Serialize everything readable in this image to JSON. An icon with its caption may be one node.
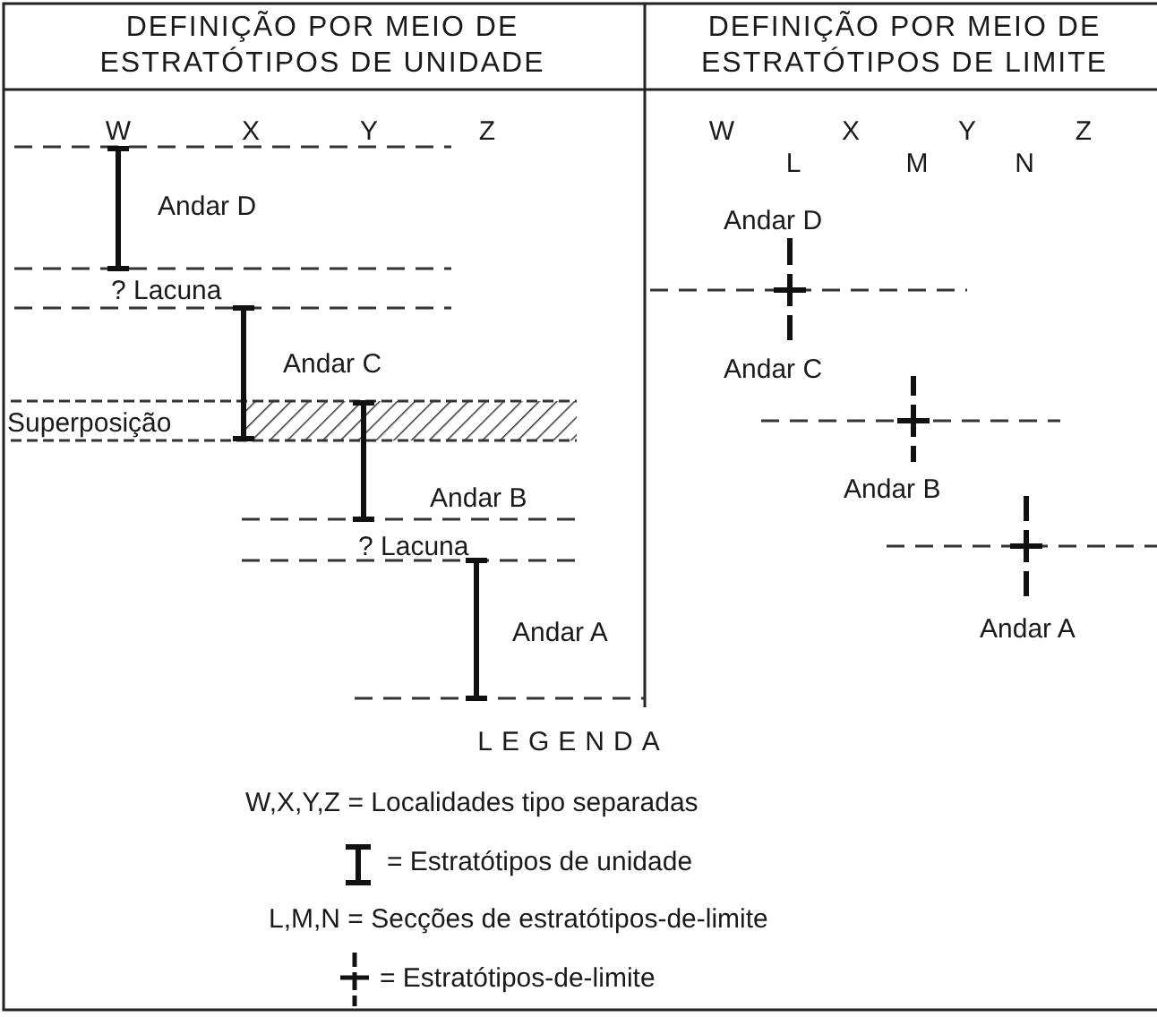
{
  "diagram": {
    "labels": [
      "DEFINIÇÃO POR MEIO DE ESTRATÓTIPOS DE UNIDADE",
      "DEFINIÇÃO POR MEIO DE ESTRATÓTIPOS DE LIMITE",
      "W",
      "X",
      "Y",
      "Z",
      "Andar D",
      "? Lacuna",
      "Andar C",
      "Superposição",
      "Andar B",
      "? Lacuna",
      "Andar A",
      "W",
      "X",
      "Y",
      "Z",
      "L",
      "M",
      "N",
      "Andar D",
      "Andar C",
      "Andar B",
      "Andar A",
      "LEGENDA"
    ],
    "legend": [
      {
        "text": "W,X,Y,Z = Localidades tipo separadas"
      },
      {
        "text": "= Estratótipos de unidade"
      },
      {
        "text": "L,M,N = Secções de estratótipos-de-limite"
      },
      {
        "text": "= Estratótipos-de-limite"
      }
    ]
  }
}
